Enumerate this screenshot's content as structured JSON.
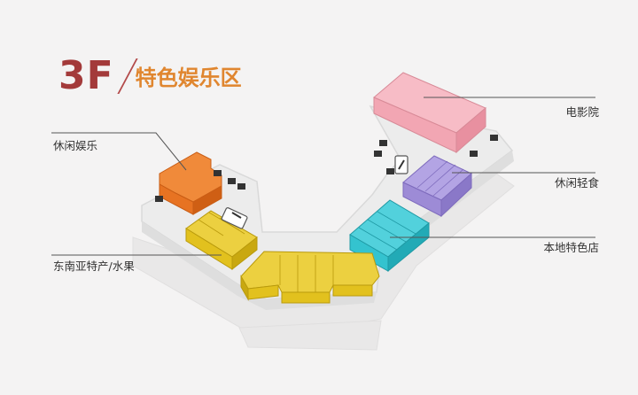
{
  "header": {
    "floor": "3F",
    "title": "特色娱乐区"
  },
  "zones": [
    {
      "id": "cinema",
      "label": "电影院",
      "color": "#f2a6b3"
    },
    {
      "id": "leisure-entertainment",
      "label": "休闲娱乐",
      "color": "#e77322"
    },
    {
      "id": "leisure-snack",
      "label": "休闲轻食",
      "color": "#9d8bd6"
    },
    {
      "id": "local-specialty",
      "label": "本地特色店",
      "color": "#34c3cf"
    },
    {
      "id": "sea-specialty-fruit",
      "label": "东南亚特产/水果",
      "color": "#e2c11e"
    }
  ],
  "colors": {
    "floor_plate": "#ececec",
    "floor_edge": "#d9d9d9",
    "leader_line": "#555555"
  }
}
